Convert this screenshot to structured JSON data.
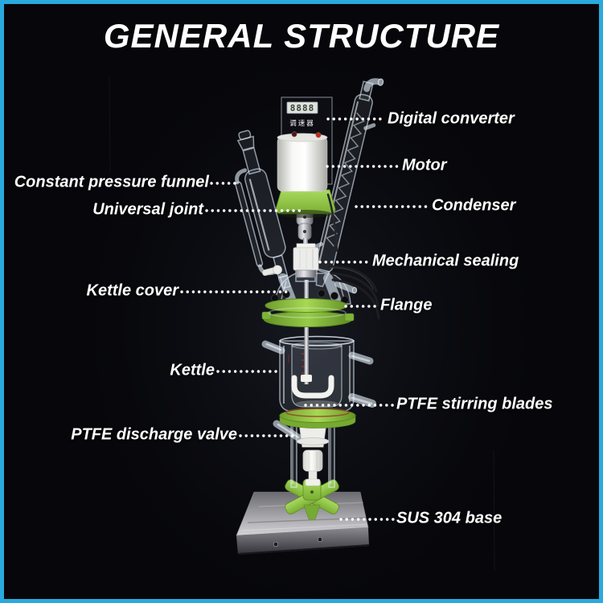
{
  "title": "GENERAL STRUCTURE",
  "frame": {
    "border_color": "#2aa9dd",
    "background_color": "#07070b"
  },
  "controller": {
    "display_value": "8888",
    "caption": "调速器"
  },
  "labels": {
    "left": [
      {
        "text": "Constant pressure funnel"
      },
      {
        "text": "Universal joint"
      },
      {
        "text": "Kettle cover"
      },
      {
        "text": "Kettle"
      },
      {
        "text": "PTFE discharge valve"
      }
    ],
    "right": [
      {
        "text": "Digital converter"
      },
      {
        "text": "Motor"
      },
      {
        "text": "Condenser"
      },
      {
        "text": "Mechanical sealing"
      },
      {
        "text": "Flange"
      },
      {
        "text": "PTFE stirring blades"
      },
      {
        "text": "SUS 304 base"
      }
    ]
  },
  "colors": {
    "label_text": "#ffffff",
    "flange_green": "#8fc63e",
    "base_steel": "#b9b9bd",
    "glass": "#dceef8"
  }
}
